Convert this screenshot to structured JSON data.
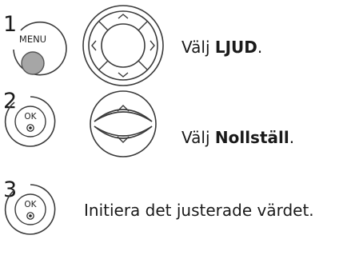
{
  "steps": [
    {
      "number": "1",
      "button_label": "MENU",
      "text_prefix": "Välj ",
      "text_bold": "LJUD",
      "text_suffix": "."
    },
    {
      "number": "2",
      "button_label": "OK",
      "text_prefix": "Välj ",
      "text_bold": "Nollställ",
      "text_suffix": "."
    },
    {
      "number": "3",
      "button_label": "OK",
      "text_prefix": "Initiera det justerade värdet.",
      "text_bold": "",
      "text_suffix": ""
    }
  ],
  "icons": {
    "nav_pad": "four-way-arrow-pad-icon",
    "up_down": "up-down-arrow-icon",
    "ok_dot": "ok-dot-icon"
  },
  "colors": {
    "outline": "#3a3a3a",
    "menu_center": "#a6a6a6",
    "highlight": "#ffffff"
  }
}
